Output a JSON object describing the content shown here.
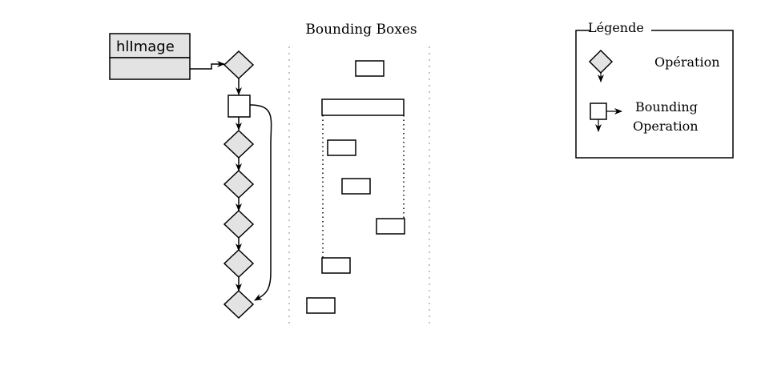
{
  "image_box": {
    "label": "hlImage"
  },
  "bounding_section": {
    "title": "Bounding Boxes"
  },
  "legend": {
    "title": "Légende",
    "operation_label": "Opération",
    "bounding_label_line1": "Bounding",
    "bounding_label_line2": "Operation"
  },
  "colors": {
    "node_fill": "#e3e3e3",
    "stroke": "#000000",
    "divider": "#b0b0b0"
  }
}
